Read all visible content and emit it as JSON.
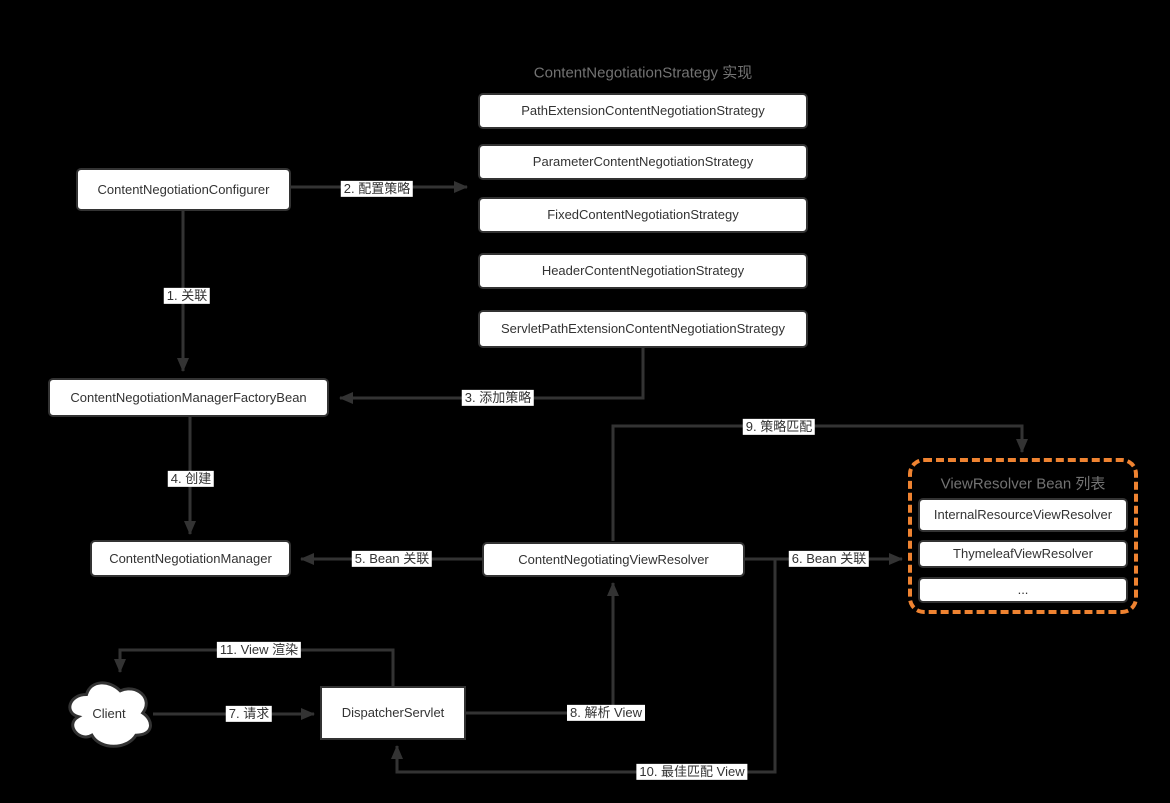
{
  "colors": {
    "background": "#000000",
    "line": "#333333",
    "box_fill": "#ffffff",
    "box_border": "#333333",
    "box_text": "#333333",
    "group_title_gray": "#737373",
    "accent_orange": "#ef8331"
  },
  "groups": {
    "strategy_impl_title": "ContentNegotiationStrategy 实现",
    "viewresolver_list_title": "ViewResolver Bean 列表"
  },
  "nodes": {
    "configurer": {
      "label": "ContentNegotiationConfigurer"
    },
    "strategy_path_extension": {
      "label": "PathExtensionContentNegotiationStrategy"
    },
    "strategy_parameter": {
      "label": "ParameterContentNegotiationStrategy"
    },
    "strategy_fixed": {
      "label": "FixedContentNegotiationStrategy"
    },
    "strategy_header": {
      "label": "HeaderContentNegotiationStrategy"
    },
    "strategy_servlet_path_extension": {
      "label": "ServletPathExtensionContentNegotiationStrategy"
    },
    "manager_factory_bean": {
      "label": "ContentNegotiationManagerFactoryBean"
    },
    "manager": {
      "label": "ContentNegotiationManager"
    },
    "negotiating_view_resolver": {
      "label": "ContentNegotiatingViewResolver"
    },
    "internal_resource_view_resolver": {
      "label": "InternalResourceViewResolver"
    },
    "thymeleaf_view_resolver": {
      "label": "ThymeleafViewResolver"
    },
    "more_view_resolvers": {
      "label": "..."
    },
    "dispatcher_servlet": {
      "label": "DispatcherServlet"
    },
    "client": {
      "label": "Client"
    }
  },
  "edges": {
    "e1": {
      "label": "1. 关联"
    },
    "e2": {
      "label": "2. 配置策略"
    },
    "e3": {
      "label": "3. 添加策略"
    },
    "e4": {
      "label": "4. 创建"
    },
    "e5": {
      "label": "5. Bean 关联"
    },
    "e6": {
      "label": "6. Bean 关联"
    },
    "e7": {
      "label": "7. 请求"
    },
    "e8": {
      "label": "8. 解析 View"
    },
    "e9": {
      "label": "9. 策略匹配"
    },
    "e10": {
      "label": "10. 最佳匹配 View"
    },
    "e11": {
      "label": "11. View 渲染"
    }
  }
}
